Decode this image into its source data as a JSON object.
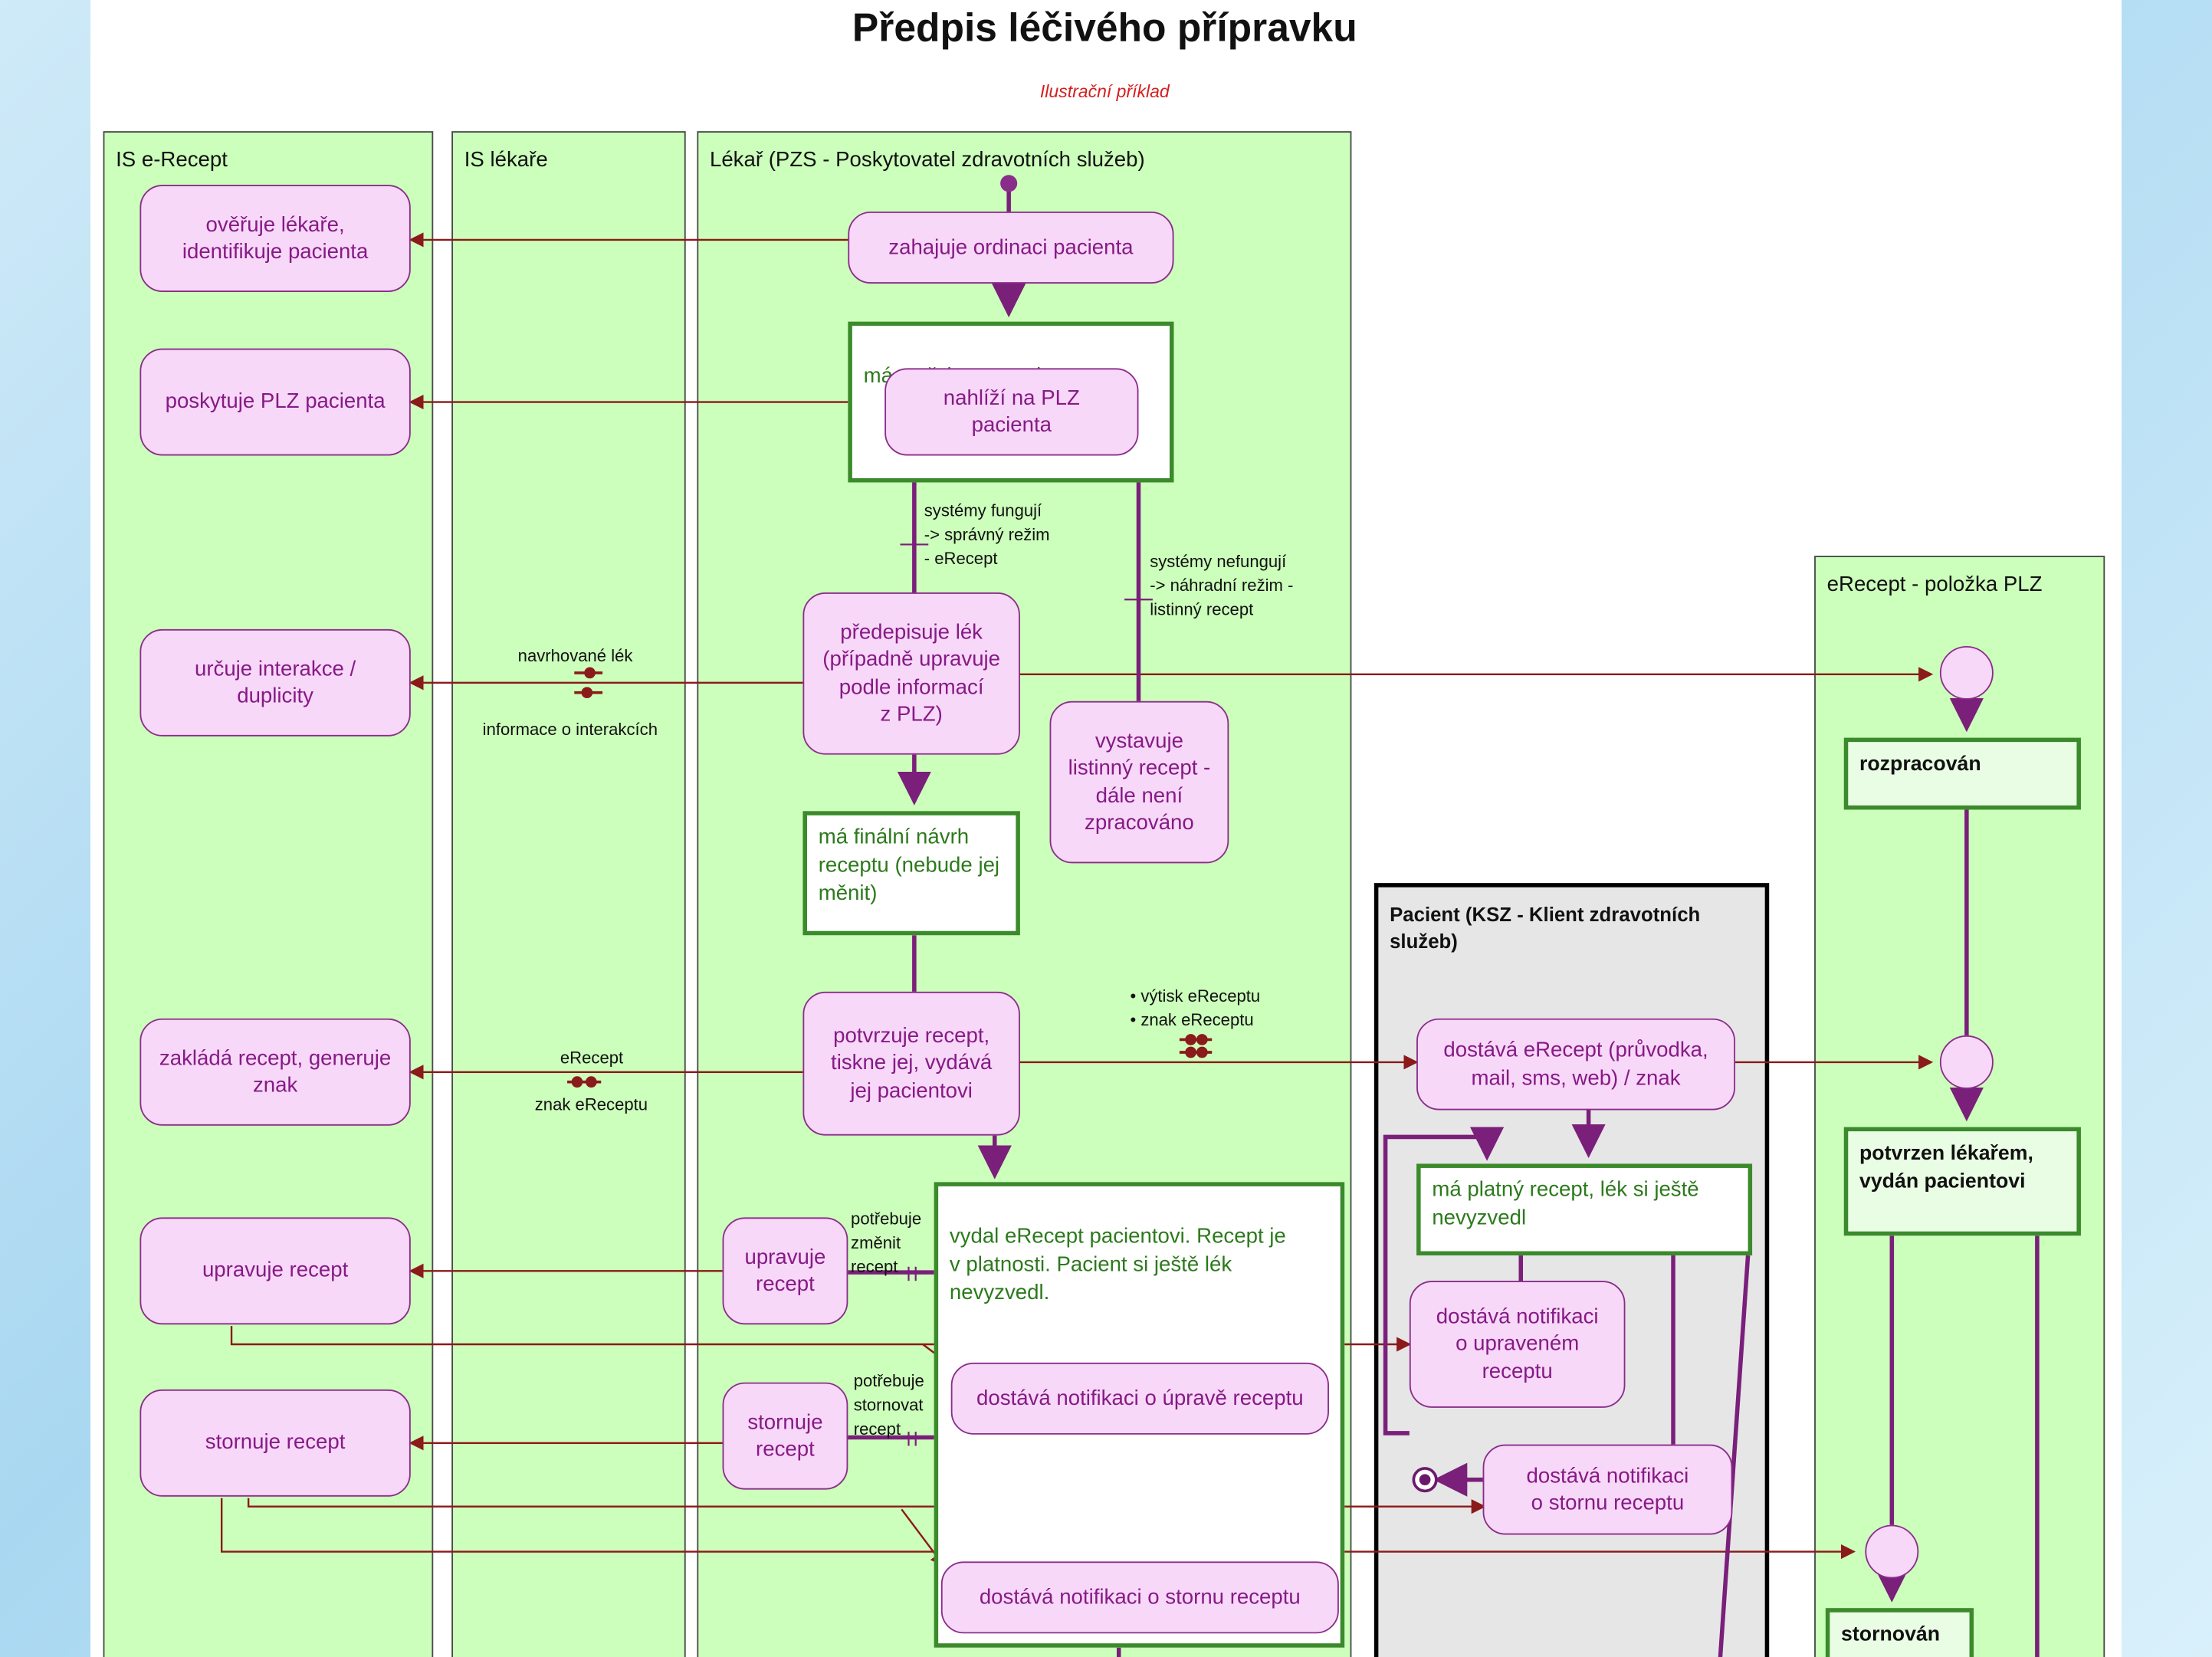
{
  "title": "Předpis léčivého přípravku",
  "subtitle": "Ilustrační příklad",
  "lanes": {
    "erecept": "IS e-Recept",
    "islekare": "IS lékaře",
    "lekar": "Lékař (PZS - Poskytovatel zdravotních služeb)",
    "pacient": "Pacient (KSZ - Klient zdravotních\nslužeb)",
    "plz": "eRecept - položka PLZ"
  },
  "activities": {
    "overuje": "ověřuje lékaře,\nidentifikuje pacienta",
    "poskytuje": "poskytuje PLZ pacienta",
    "urcuje": "určuje interakce /\nduplicity",
    "zaklada": "zakládá recept, generuje\nznak",
    "upravuje_is": "upravuje recept",
    "stornuje_is": "stornuje recept",
    "zahajuje": "zahajuje ordinaci pacienta",
    "nahlizi": "nahlíží na PLZ\npacienta",
    "predepisuje": "předepisuje lék\n(případně upravuje\npodle informací\nz PLZ)",
    "vystavuje": "vystavuje\nlistinný recept -\ndále není\nzpracováno",
    "potvrzuje": "potvrzuje recept,\ntiskne jej, vydává\njej pacientovi",
    "upravuje_lekar": "upravuje\nrecept",
    "stornuje_lekar": "stornuje\nrecept",
    "notif_uprava_lekar": "dostává notifikaci o úpravě receptu",
    "notif_storno_lekar": "dostává notifikaci o stornu receptu",
    "dostava_erecept": "dostává eRecept (průvodka,\nmail, sms, web) / znak",
    "notif_upraveny": "dostává notifikaci\no upraveném receptu",
    "notif_storno_pacient": "dostává notifikaci\no stornu receptu"
  },
  "states": {
    "potreba": "má potřebu vystavit recept",
    "finalni": "má finální návrh\nreceptu (nebude jej\nměnit)",
    "vydal": "vydal eRecept pacientovi. Recept je\nv platnosti. Pacient si ještě lék\nnevyzvedl.",
    "platny": "má platný recept, lék si ještě\nnevyzvedl",
    "rozpracovan": "rozpracován",
    "potvrzen": "potvrzen lékařem,\nvydán pacientovi",
    "stornovan": "stornován"
  },
  "labels": {
    "fungují": "systémy fungují\n-> správný režim\n- eRecept",
    "nefungují": "systémy nefungují\n-> náhradní režim -\nlistinný recept",
    "navrhovany": "navrhované lék",
    "interakce": "informace o interakcích",
    "erecept": "eRecept",
    "znak": "znak eReceptu",
    "vytisk": "• výtisk eReceptu\n• znak eReceptu",
    "zmenit": "potřebuje\nzměnit\nrecept",
    "stornovat": "potřebuje\nstornovat\nrecept"
  },
  "colors": {
    "lane_green": "#ccffbb",
    "lane_gray": "#e6e6e6",
    "activity_fill": "#f8d8f8",
    "activity_text": "#861a86",
    "state_border": "#3b8a2b",
    "flow_purple": "#7a1f7a",
    "message_line": "#8b1a1a",
    "title_red": "#d41f1f"
  }
}
